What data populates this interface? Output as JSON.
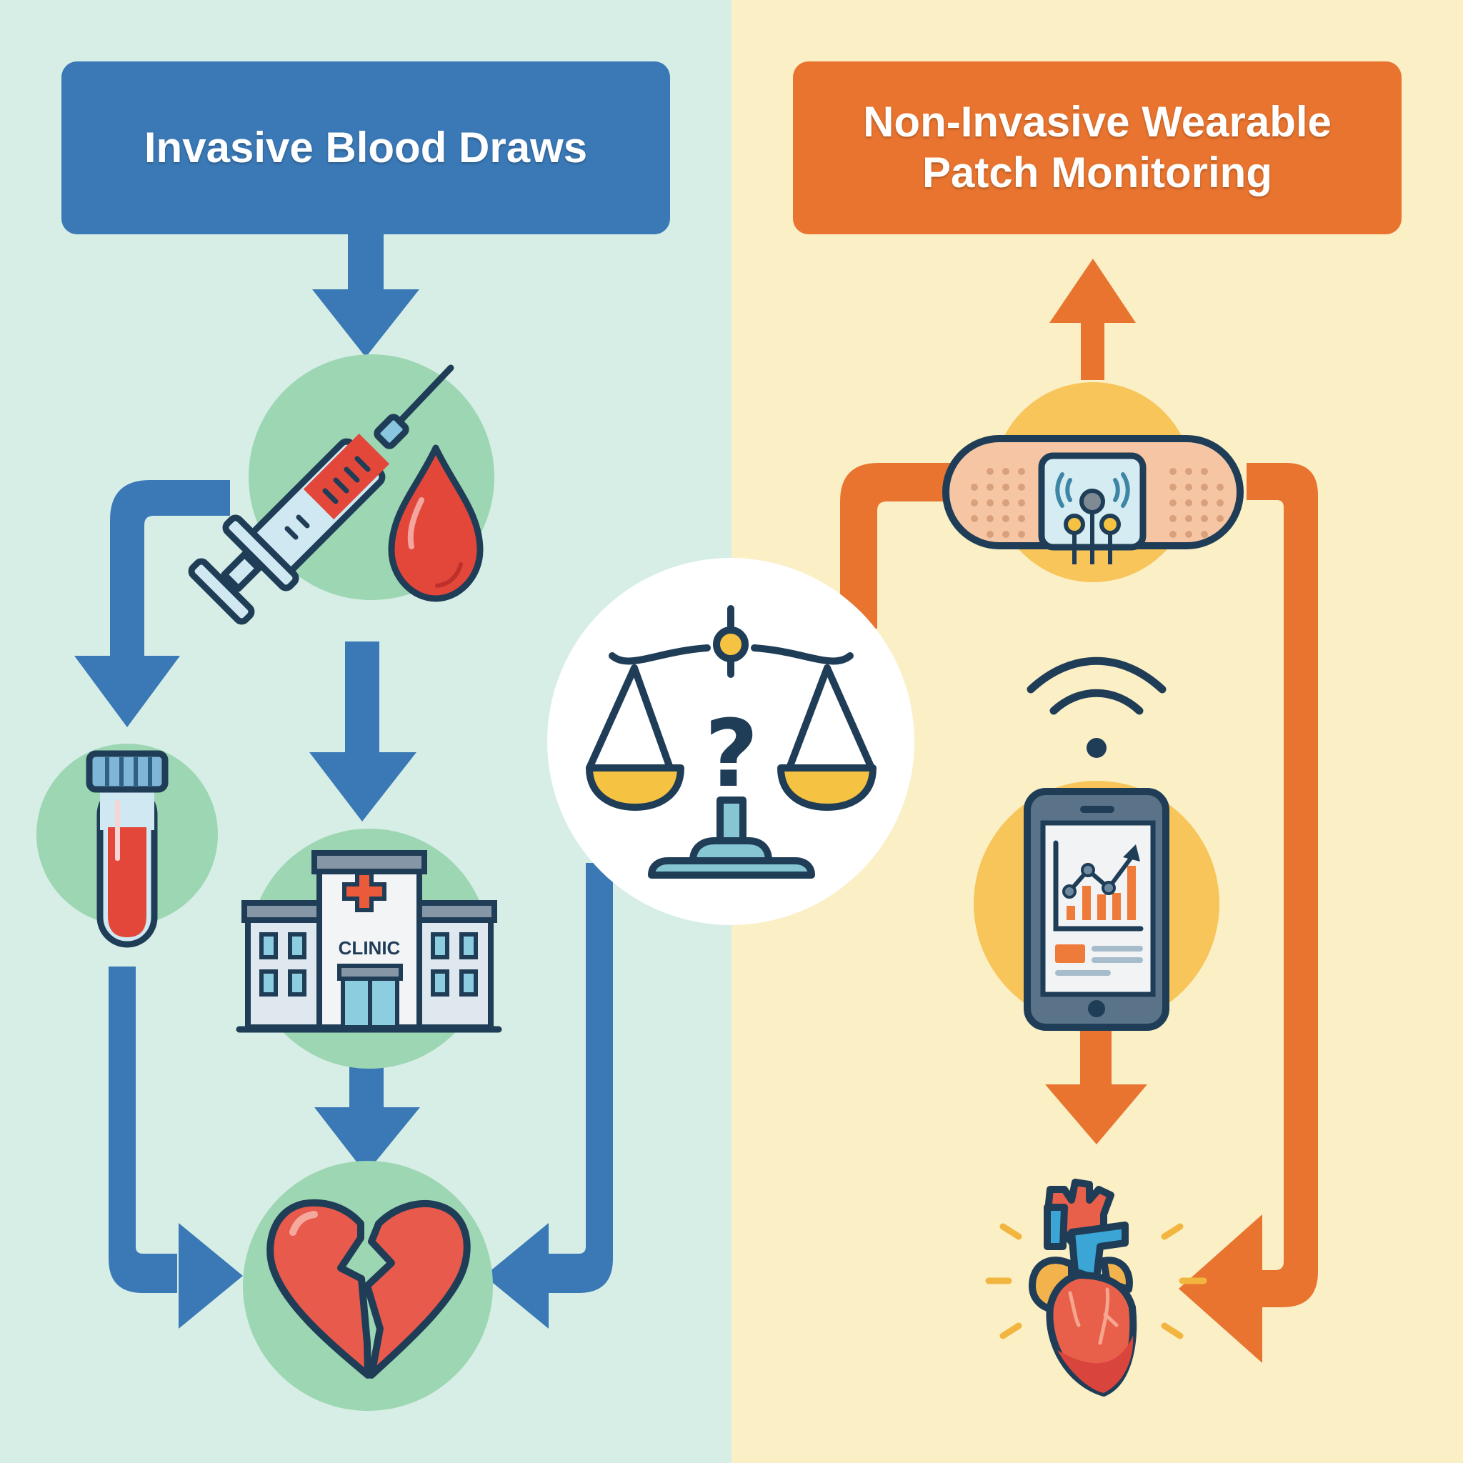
{
  "left_panel": {
    "title": "Invasive Blood Draws",
    "color": "#3a79b6",
    "background": "#d6eee6",
    "nodes": [
      {
        "id": "syringe-blood",
        "icon": "syringe-icon",
        "secondary_icon": "blood-drop-icon"
      },
      {
        "id": "test-tube",
        "icon": "blood-test-tube-icon"
      },
      {
        "id": "clinic",
        "icon": "clinic-building-icon",
        "label": "CLINIC"
      },
      {
        "id": "broken-heart",
        "icon": "broken-heart-icon"
      }
    ],
    "flows": [
      {
        "from": "title",
        "to": "syringe-blood"
      },
      {
        "from": "syringe-blood",
        "to": "test-tube"
      },
      {
        "from": "syringe-blood",
        "to": "clinic"
      },
      {
        "from": "test-tube",
        "to": "broken-heart"
      },
      {
        "from": "clinic",
        "to": "broken-heart"
      },
      {
        "from": "right-connector",
        "to": "broken-heart"
      }
    ]
  },
  "right_panel": {
    "title_line1": "Non-Invasive Wearable",
    "title_line2": "Patch Monitoring",
    "color": "#e8742f",
    "background": "#fbefc6",
    "nodes": [
      {
        "id": "wearable-patch",
        "icon": "wearable-sensor-patch-icon"
      },
      {
        "id": "wireless",
        "icon": "wifi-signal-icon"
      },
      {
        "id": "smartphone",
        "icon": "smartphone-chart-icon"
      },
      {
        "id": "healthy-heart",
        "icon": "anatomical-heart-icon"
      }
    ],
    "flows": [
      {
        "from": "wearable-patch",
        "to": "title"
      },
      {
        "from": "smartphone",
        "to": "healthy-heart"
      },
      {
        "from": "wearable-patch",
        "to": "healthy-heart"
      }
    ]
  },
  "center": {
    "icon": "balance-scale-question-icon",
    "symbol": "?"
  }
}
